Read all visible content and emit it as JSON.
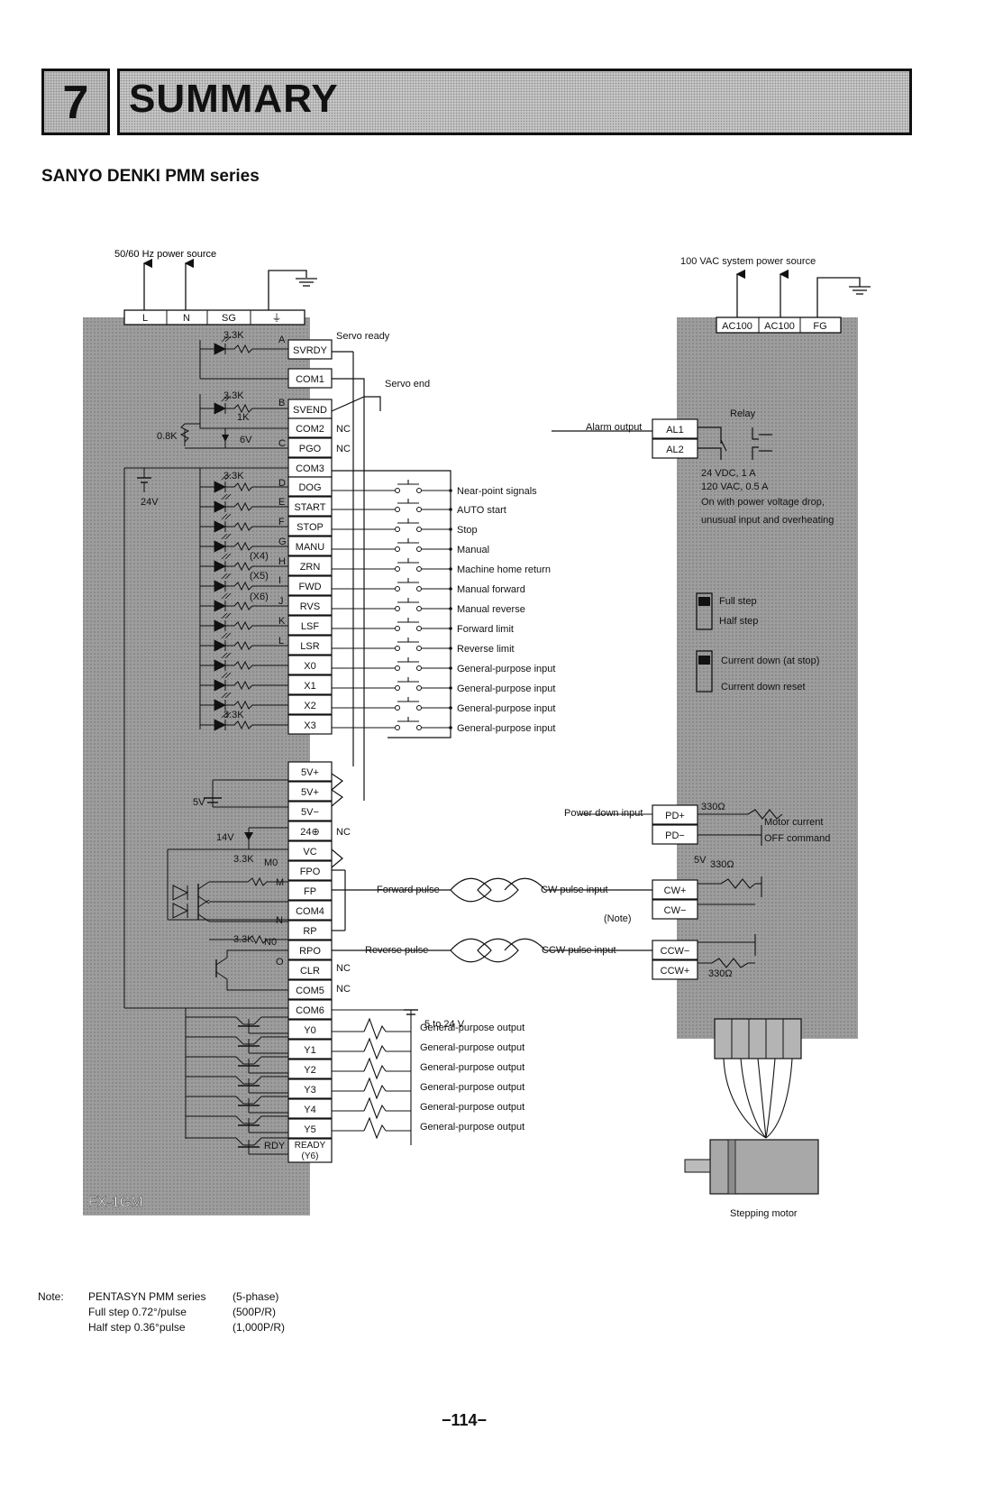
{
  "header": {
    "chapter_number": "7",
    "chapter_title": "SUMMARY",
    "section_title": "SANYO DENKI PMM series"
  },
  "left_unit": {
    "label": "FX-1GM",
    "power_source_label": "50/60 Hz power source",
    "power_terminals": [
      "L",
      "N",
      "SG",
      "⏚"
    ],
    "terminals": [
      "SVRDY",
      "COM1",
      "SVEND",
      "COM2",
      "PGO",
      "COM3",
      "DOG",
      "START",
      "STOP",
      "MANU",
      "ZRN",
      "FWD",
      "RVS",
      "LSF",
      "LSR",
      "X0",
      "X1",
      "X2",
      "X3",
      "5V+",
      "5V+",
      "5V−",
      "24⊕",
      "VC",
      "FPO",
      "FP",
      "COM4",
      "RP",
      "RPO",
      "CLR",
      "COM5",
      "COM6",
      "Y0",
      "Y1",
      "Y2",
      "Y3",
      "Y4",
      "Y5",
      "READY (Y6)"
    ],
    "component_labels": {
      "r_a": "3.3K",
      "r_b": "3.3K",
      "r_1k": "1K",
      "r_08k": "0.8K",
      "v_6v": "6V",
      "r_d": "3.3K",
      "v_24v": "24V",
      "x4": "(X4)",
      "x5": "(X5)",
      "x6": "(X6)",
      "r_x3": "3.3K",
      "v_5v": "5V",
      "v_14v": "14V",
      "r_fpo": "3.3K",
      "r_rpo": "3.3K",
      "rdy": "RDY"
    },
    "pin_letters": {
      "A": "A",
      "B": "B",
      "C": "C",
      "D": "D",
      "E": "E",
      "F": "F",
      "G": "G",
      "H": "H",
      "I": "I",
      "J": "J",
      "K": "K",
      "L": "L",
      "M0": "M0",
      "M": "M",
      "N": "N",
      "N0": "N0",
      "O": "O"
    },
    "nc_labels": [
      "NC",
      "NC",
      "NC",
      "NC",
      "NC"
    ]
  },
  "signals": {
    "servo_ready": "Servo ready",
    "servo_end": "Servo end",
    "inputs": [
      "Near-point signals",
      "AUTO start",
      "Stop",
      "Manual",
      "Machine home return",
      "Manual forward",
      "Manual reverse",
      "Forward limit",
      "Reverse limit",
      "General-purpose input",
      "General-purpose input",
      "General-purpose input",
      "General-purpose input"
    ],
    "forward_pulse": "Forward pulse",
    "reverse_pulse": "Reverse pulse",
    "cw_pulse_input": "CW pulse input",
    "ccw_pulse_input": "CCW pulse input",
    "note_ref": "(Note)",
    "output_supply": "5 to 24 V",
    "outputs": [
      "General-purpose output",
      "General-purpose output",
      "General-purpose output",
      "General-purpose output",
      "General-purpose output",
      "General-purpose output"
    ]
  },
  "right_unit": {
    "power_source_label": "100 VAC system power source",
    "power_terminals": [
      "AC100",
      "AC100",
      "FG"
    ],
    "relay_label": "Relay",
    "alarm_output": "Alarm output",
    "alarm_terminals": [
      "AL1",
      "AL2"
    ],
    "alarm_spec": [
      "24 VDC, 1 A",
      "120 VAC, 0.5 A",
      "On with power voltage drop,",
      "unusual input and overheating"
    ],
    "step_switch": [
      "Full step",
      "Half step"
    ],
    "current_switch": [
      "Current down (at stop)",
      "Current down reset"
    ],
    "power_down_input": "Power down input",
    "pd_terminals": [
      "PD+",
      "PD−"
    ],
    "motor_current_off": [
      "Motor current",
      "OFF command"
    ],
    "cw_terminals": [
      "CW+",
      "CW−"
    ],
    "ccw_terminals": [
      "CCW−",
      "CCW+"
    ],
    "r_330_a": "330Ω",
    "r_330_b": "330Ω",
    "r_330_c": "330Ω",
    "v_5v": "5V",
    "motor_label": "Stepping motor"
  },
  "note": {
    "label": "Note:",
    "lines": [
      "PENTASYN PMM series",
      "Full step 0.72°/pulse",
      "Half step 0.36°pulse"
    ],
    "values": [
      "(5-phase)",
      "(500P/R)",
      "(1,000P/R)"
    ]
  },
  "footer": {
    "page_number": "−114−"
  }
}
